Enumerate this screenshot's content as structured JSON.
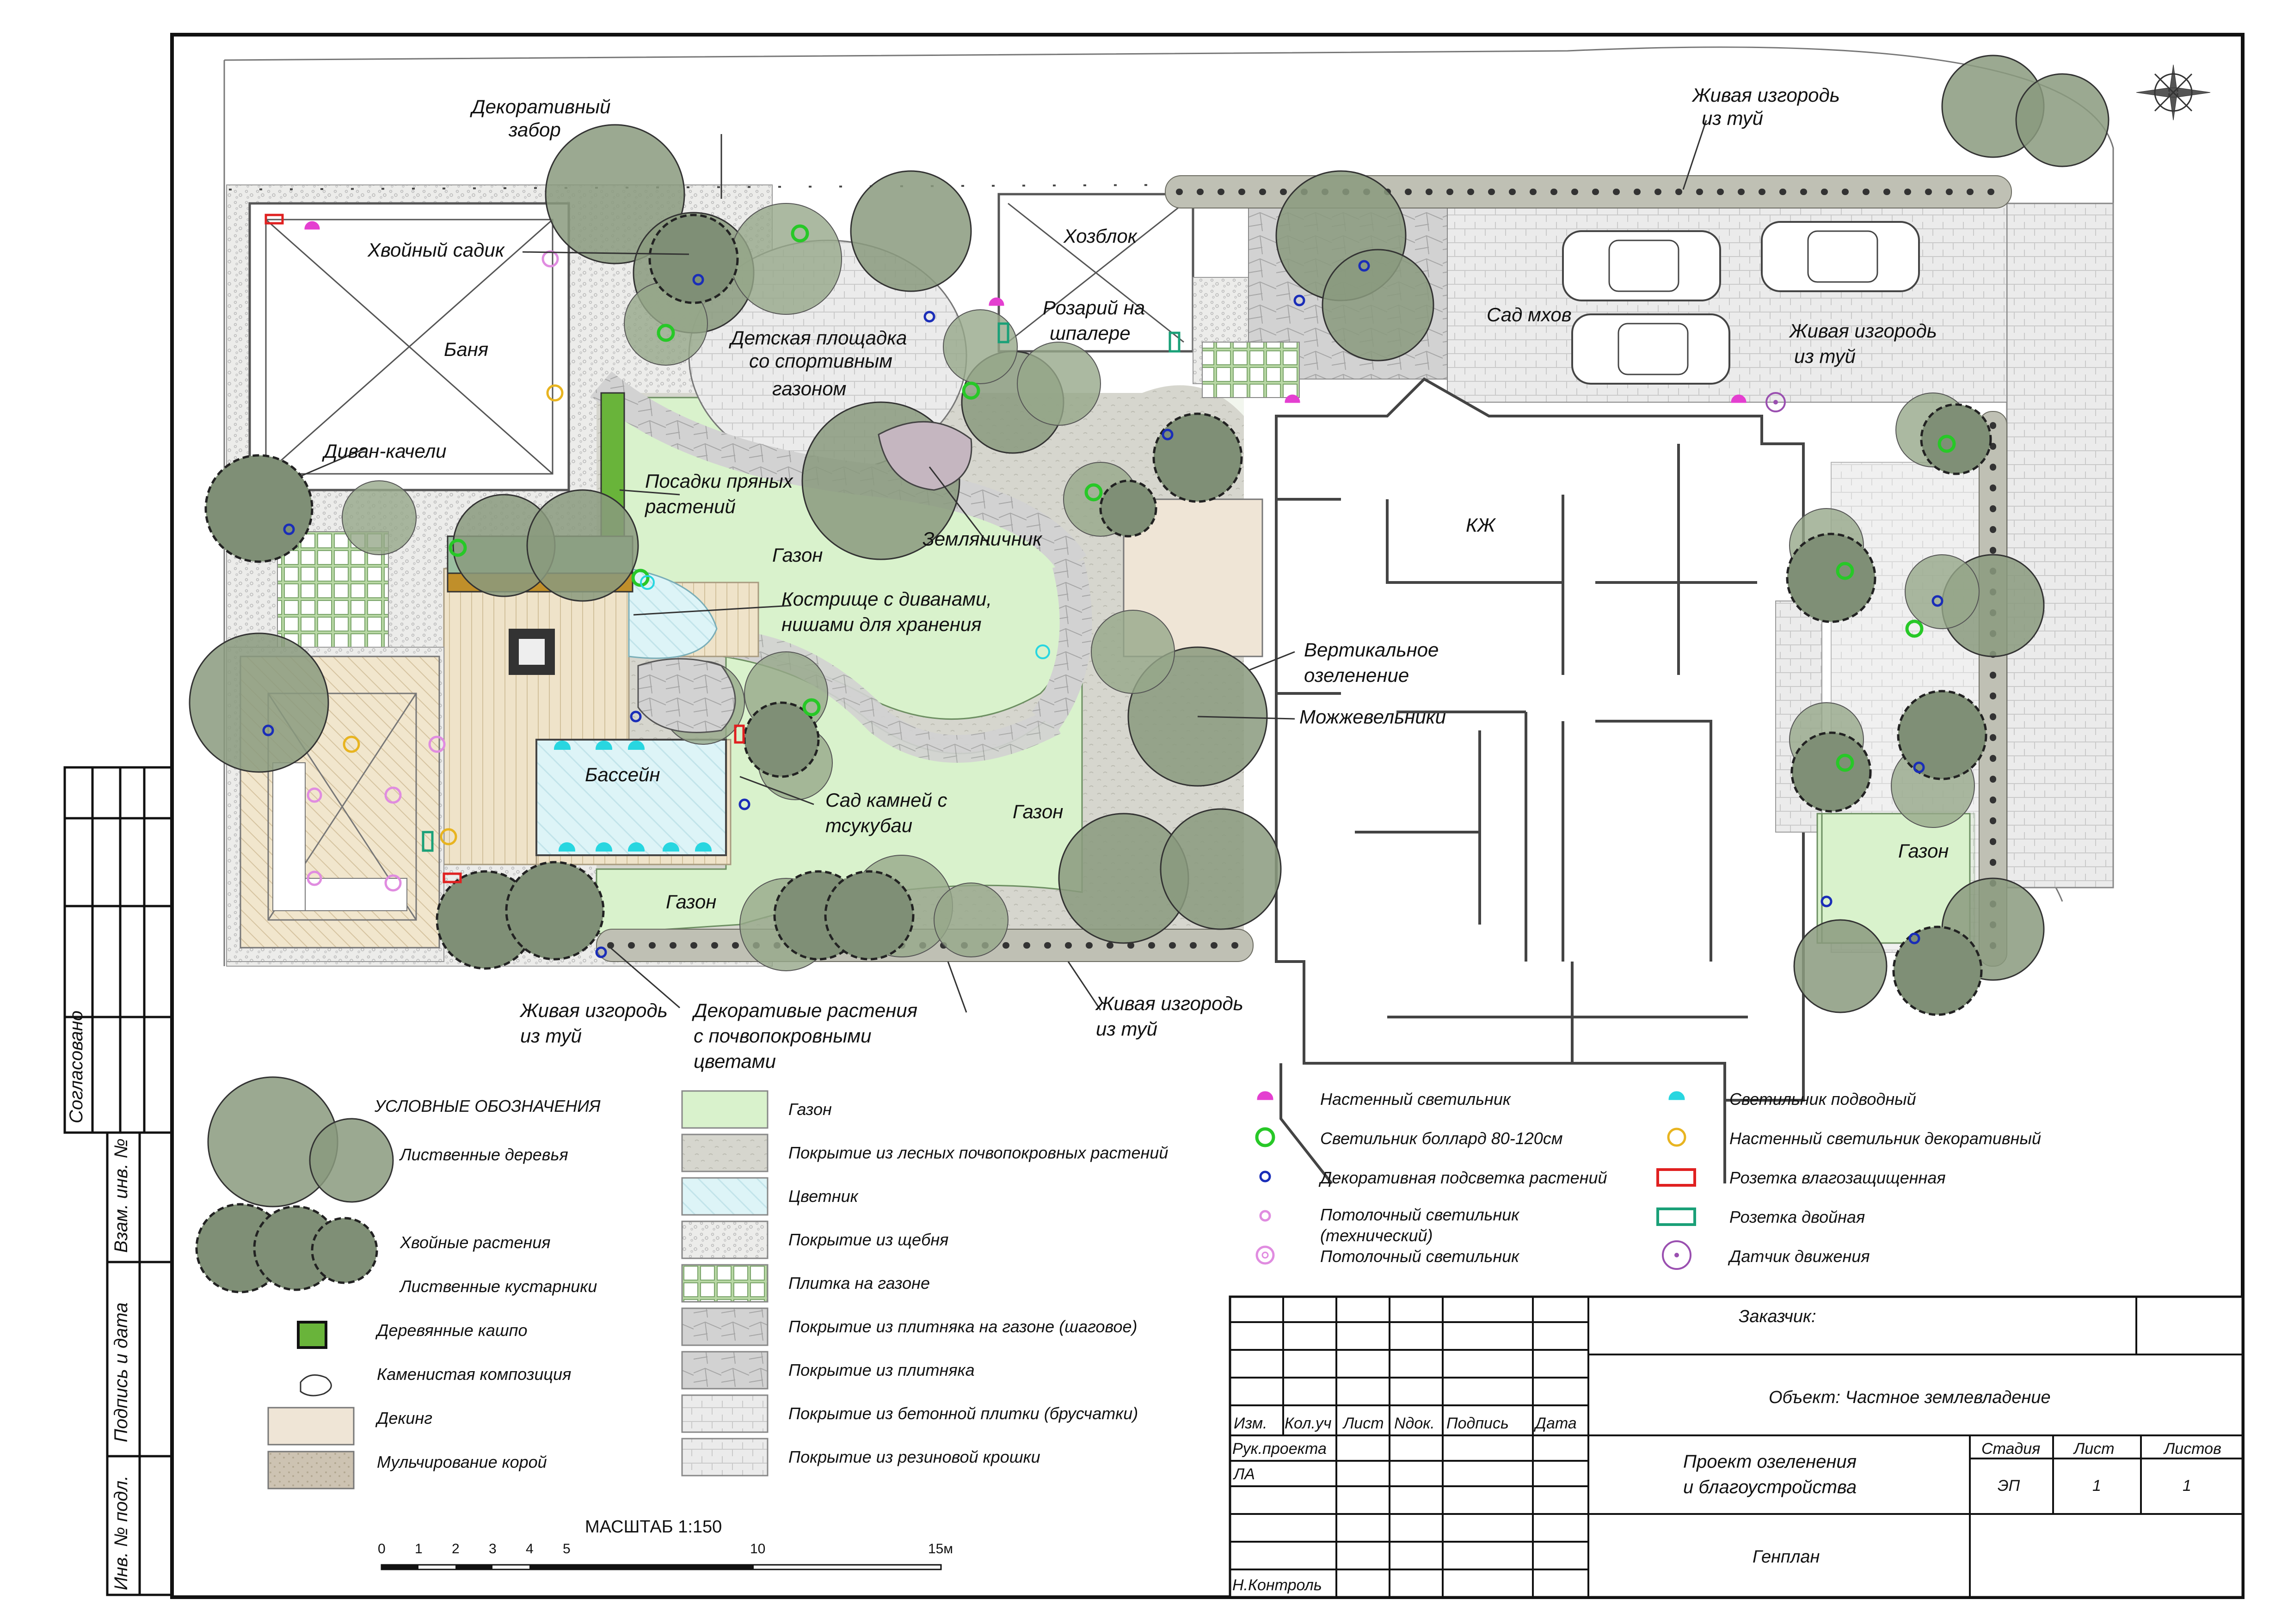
{
  "plan_labels": {
    "dec_fence": [
      "Декоративный",
      "забор"
    ],
    "hedge_top": [
      "Живая изгородь",
      "из туй"
    ],
    "conifer_garden": "Хвойный садик",
    "playground": [
      "Детская площадка",
      "со спортивным",
      "газоном"
    ],
    "shed": "Хозблок",
    "rose_trellis": [
      "Розарий на",
      "шпалере"
    ],
    "moss_garden": "Сад мхов",
    "hedge_right": [
      "Живая изгородь",
      "из туй"
    ],
    "banya": "Баня",
    "swing": "Диван-качели",
    "herbs": [
      "Посадки пряных",
      "растений"
    ],
    "lawn_center": "Газон",
    "strawberry": "Земляничник",
    "fire_pit": [
      "Кострище с диванами,",
      "нишами для хранения"
    ],
    "kzh": "КЖ",
    "vertical_green": [
      "Вертикальное",
      "озеленение"
    ],
    "junipers": "Можжевельники",
    "pool": "Бассейн",
    "rock_garden": [
      "Сад камней с",
      "тсукубаи"
    ],
    "lawn_right": "Газон",
    "lawn_bottom": "Газон",
    "lawn_east": "Газон",
    "hedge_bottom_left": [
      "Живая изгородь",
      "из туй"
    ],
    "dec_plants": [
      "Декоративые растения",
      "с почвопокровными",
      "цветами"
    ],
    "hedge_bottom_right": [
      "Живая изгородь",
      "из туй"
    ]
  },
  "legend": {
    "title": "УСЛОВНЫЕ ОБОЗНАЧЕНИЯ",
    "symbols": [
      "Лиственные деревья",
      "Хвойные растения",
      "Лиственные кустарники",
      "Деревянные кашпо",
      "Каменистая композиция",
      "Декинг",
      "Мульчирование корой"
    ],
    "surfaces": [
      {
        "label": "Газон",
        "color": "#d9f2cc"
      },
      {
        "label": "Покрытие из лесных почвопокровных растений",
        "color": "#d6d6ce"
      },
      {
        "label": "Цветник",
        "color": "#d9f7f7"
      },
      {
        "label": "Покрытие из щебня",
        "color": "#ededea"
      },
      {
        "label": "Плитка на газоне",
        "color": "#c8e2b4"
      },
      {
        "label": "Покрытие из плитняка на газоне (шаговое)",
        "color": "#b5d2a1"
      },
      {
        "label": "Покрытие из плитняка",
        "color": "#c9c9c9"
      },
      {
        "label": "Покрытие из бетонной плитки (брусчатки)",
        "color": "#e8e8e8"
      },
      {
        "label": "Покрытие из резиновой крошки",
        "color": "#e4e4e4"
      }
    ],
    "lights_left": [
      {
        "label": "Настенный светильник",
        "color": "#e43fd0"
      },
      {
        "label": "Светильник боллард 80-120см",
        "color": "#27c827"
      },
      {
        "label": "Декоративная подсветка растений",
        "color": "#1a2db8"
      },
      {
        "label": "Потолочный светильник",
        "label2": "(технический)",
        "color": "#e08ce0"
      },
      {
        "label": "Потолочный светильник",
        "color": "#e08ce0"
      }
    ],
    "lights_right": [
      {
        "label": "Светильник подводный",
        "color": "#28d6e0"
      },
      {
        "label": "Настенный светильник декоративный",
        "color": "#e8b420"
      },
      {
        "label": "Розетка влагозащищенная",
        "color": "#e02020"
      },
      {
        "label": "Розетка двойная",
        "color": "#1aa078"
      },
      {
        "label": "Датчик движения",
        "color": "#9a4fb0"
      }
    ]
  },
  "scale": {
    "title": "МАСШТАБ 1:150",
    "ticks": [
      "0",
      "1",
      "2",
      "3",
      "4",
      "5",
      "10",
      "15м"
    ]
  },
  "side_stamp": [
    "Согласовано",
    "Взам. инв. №",
    "Подпись и дата",
    "Инв. № подл."
  ],
  "title_block": {
    "customer": "Заказчик:",
    "object": "Объект: Частное землевладение",
    "columns": [
      "Изм.",
      "Кол.уч",
      "Лист",
      "Nдок.",
      "Подпись",
      "Дата"
    ],
    "roles": [
      "Рук.проекта",
      "ЛА",
      "Н.Контроль"
    ],
    "project": [
      "Проект озеленения",
      "и благоустройства"
    ],
    "stage_header": "Стадия",
    "sheet_header": "Лист",
    "sheets_header": "Листов",
    "stage": "ЭП",
    "sheet": "1",
    "sheets": "1",
    "drawing": "Генплан"
  }
}
